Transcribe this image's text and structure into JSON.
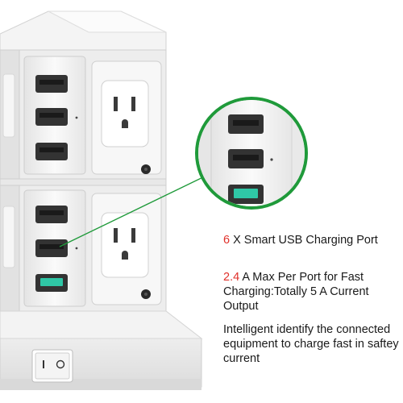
{
  "features": [
    {
      "number": "6",
      "text": " X Smart USB Charging Port"
    },
    {
      "number": "2.4",
      "text": " A Max Per Port for Fast Charging:Totally 5 A Current Output"
    },
    {
      "number": "",
      "text": "Intelligent identify the connected equipment to charge fast in saftey current"
    }
  ],
  "colors": {
    "accent_number": "#e0302a",
    "zoom_ring": "#1f9a3a",
    "callout_line": "#1f9a3a",
    "fast_port": "#2fc7a6",
    "body": "#f2f2f2"
  },
  "icons": [
    "power-switch-icon",
    "usb-port-icon",
    "ac-outlet-icon",
    "round-button-icon"
  ]
}
